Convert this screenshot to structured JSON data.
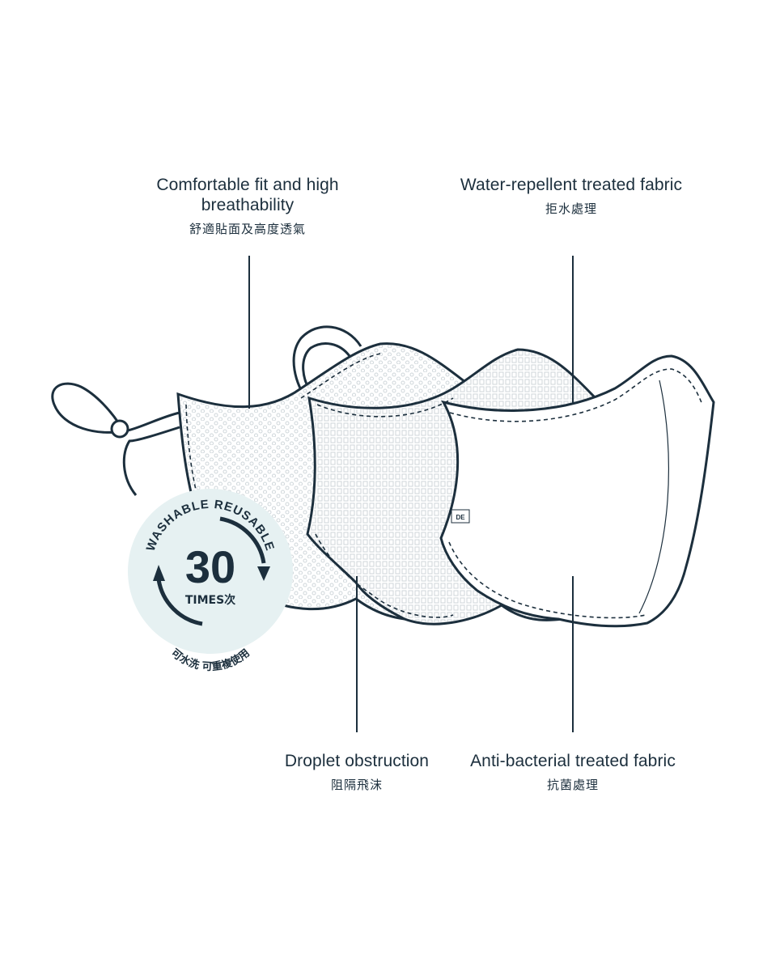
{
  "callouts": {
    "comfort": {
      "en": "Comfortable fit and high breathability",
      "zh": "舒適貼面及高度透氣"
    },
    "water": {
      "en": "Water-repellent treated fabric",
      "zh": "拒水處理"
    },
    "droplet": {
      "en": "Droplet obstruction",
      "zh": "阻隔飛沫"
    },
    "antibacterial": {
      "en": "Anti-bacterial treated fabric",
      "zh": "抗菌處理"
    }
  },
  "badge": {
    "arc_text": "WASHABLE REUSABLE",
    "number": "30",
    "unit": "TIMES次",
    "bottom_text": "可水洗 可重複使用"
  },
  "tag_text": "DE",
  "colors": {
    "ink": "#1c2f3d",
    "badge_bg": "#e6f1f2",
    "pattern": "#cfd6da"
  }
}
